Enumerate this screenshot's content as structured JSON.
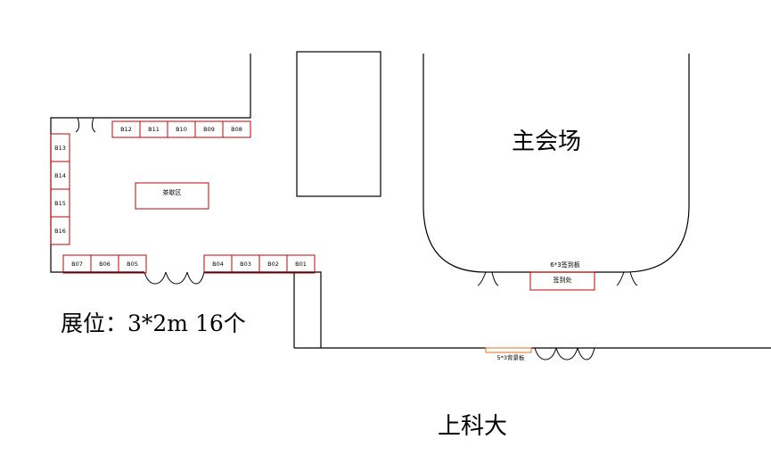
{
  "main_hall": {
    "label": "主会场"
  },
  "booth_info": {
    "text": "展位：3*2m 16个"
  },
  "building": {
    "label": "上科大"
  },
  "tea_area": {
    "label": "茶歇区"
  },
  "signin_board": {
    "label": "6*3签到板"
  },
  "signin_desk": {
    "label": "签到处"
  },
  "backdrop": {
    "label": "5*3背景板"
  },
  "booths": [
    "B01",
    "B02",
    "B03",
    "B04",
    "B05",
    "B06",
    "B07",
    "B08",
    "B09",
    "B10",
    "B11",
    "B12",
    "B13",
    "B14",
    "B15",
    "B16"
  ],
  "colors": {
    "booth_border": "#c00000",
    "backdrop_border": "#e07020",
    "wall": "#000000"
  }
}
